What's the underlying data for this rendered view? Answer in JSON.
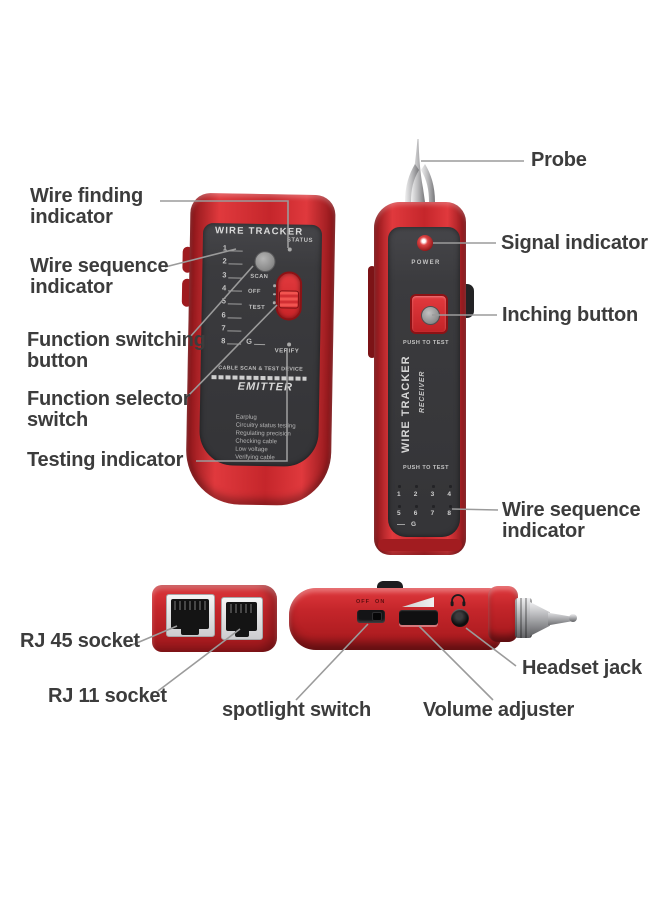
{
  "colors": {
    "body_red": "#c5262b",
    "body_red_light": "#e0393d",
    "body_red_dark": "#8c1519",
    "panel_dark": "#3b3b3e",
    "panel_text": "#c9c9c9",
    "label_text": "#3c3c3c",
    "leader": "#9b9b9b",
    "led_red": "#e04545",
    "metal": "#bcbcbe"
  },
  "callouts": {
    "wire_finding": {
      "line1": "Wire finding",
      "line2": "indicator"
    },
    "wire_sequence_left": {
      "line1": "Wire sequence",
      "line2": "indicator"
    },
    "function_switching": {
      "line1": "Function switching",
      "line2": "button"
    },
    "function_selector": {
      "line1": "Function selector",
      "line2": "switch"
    },
    "testing_indicator": {
      "line1": "Testing indicator"
    },
    "probe": {
      "line1": "Probe"
    },
    "signal_indicator": {
      "line1": "Signal indicator"
    },
    "inching_button": {
      "line1": "Inching button"
    },
    "wire_sequence_right": {
      "line1": "Wire sequence",
      "line2": "indicator"
    },
    "rj45": {
      "line1": "RJ 45 socket"
    },
    "rj11": {
      "line1": "RJ 11 socket"
    },
    "spotlight": {
      "line1": "spotlight switch"
    },
    "volume": {
      "line1": "Volume adjuster"
    },
    "headset": {
      "line1": "Headset jack"
    }
  },
  "emitter": {
    "title": "WIRE TRACKER",
    "status_label": "STATUS",
    "pins": [
      "1",
      "2",
      "3",
      "4",
      "5",
      "6",
      "7",
      "8"
    ],
    "ground_label": "G",
    "mode_scan": "SCAN",
    "mode_off": "OFF",
    "mode_test": "TEST",
    "verify_label": "VERIFY",
    "device_caption": "CABLE SCAN & TEST DEVICE",
    "role_label": "EMITTER",
    "features": [
      "Earplug",
      "Circuitry status testing",
      "Regulating precision",
      "Checking cable",
      "Low voltage",
      "Verifying cable"
    ]
  },
  "receiver": {
    "power_label": "POWER",
    "push_to_test_label": "PUSH TO TEST",
    "brand_vertical": "WIRE TRACKER",
    "role_vertical": "RECEIVER",
    "push_to_test_lower": "PUSH TO TEST",
    "pins_row1": [
      "1",
      "2",
      "3",
      "4"
    ],
    "pins_row2": [
      "5",
      "6",
      "7",
      "8"
    ],
    "ground_label": "G"
  },
  "side_view": {
    "power_switch_label": "OFF  ON"
  }
}
